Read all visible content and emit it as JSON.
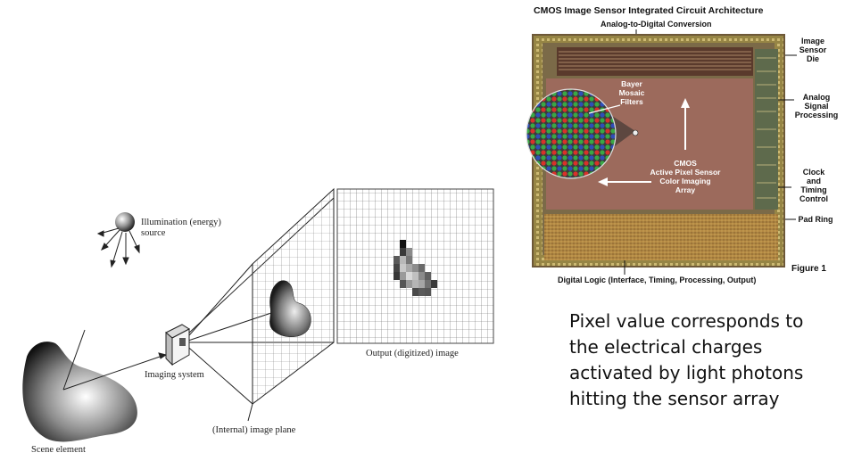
{
  "left_figure": {
    "illumination_label_line1": "Illumination (energy)",
    "illumination_label_line2": "source",
    "output_label": "Output (digitized) image",
    "imaging_system_label": "Imaging system",
    "image_plane_label": "(Internal) image plane",
    "scene_element_label": "Scene element"
  },
  "right_figure": {
    "title": "CMOS Image Sensor Integrated Circuit Architecture",
    "adc_label": "Analog-to-Digital Conversion",
    "die_label_lines": [
      "Image",
      "Sensor",
      "Die"
    ],
    "analog_label_lines": [
      "Analog",
      "Signal",
      "Processing"
    ],
    "clock_label_lines": [
      "Clock",
      "and",
      "Timing",
      "Control"
    ],
    "pad_ring_label": "Pad Ring",
    "bayer_label_lines": [
      "Bayer",
      "Mosaic",
      "Filters"
    ],
    "cmos_label_lines": [
      "CMOS",
      "Active Pixel Sensor",
      "Color Imaging",
      "Array"
    ],
    "digital_logic_label": "Digital Logic (Interface, Timing, Processing, Output)",
    "figure_label": "Figure 1"
  },
  "caption": {
    "lines": [
      "Pixel value corresponds to",
      "the electrical charges",
      "activated by light photons",
      "hitting the sensor array"
    ]
  },
  "colors": {
    "chip_board": "#9a6c5a",
    "chip_core": "#9c6a5c",
    "bayer_red": "#d8322a",
    "bayer_green": "#3aa845",
    "bayer_blue": "#2f4fb8",
    "pad_ring": "#c9b36a"
  }
}
